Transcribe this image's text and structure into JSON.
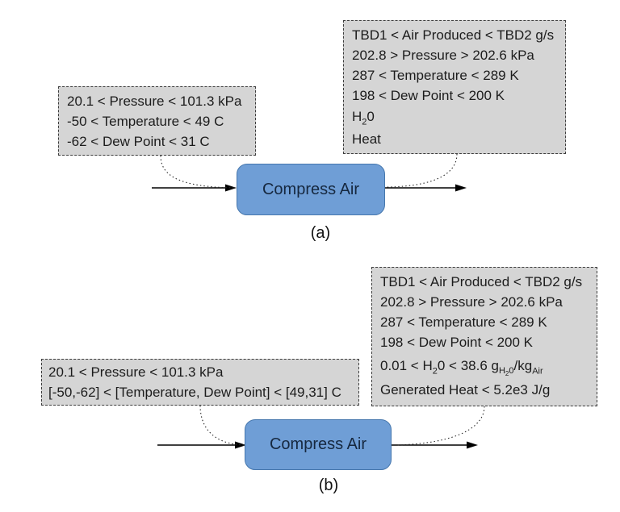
{
  "colors": {
    "box_fill": "#d5d5d5",
    "box_border": "#3c3c3c",
    "block_fill": "#6f9ed6",
    "block_border": "#4677ad",
    "block_text": "#16283f",
    "arrow": "#000000",
    "leader": "#2a2a2a"
  },
  "panel_a": {
    "caption": "(a)",
    "process_label": "Compress Air",
    "input_constraints": [
      "20.1 < Pressure < 101.3 kPa",
      "-50 < Temperature < 49 C",
      "-62 < Dew Point < 31 C"
    ],
    "output_constraints": [
      "TBD1 < Air Produced < TBD2 g/s",
      "202.8 > Pressure > 202.6 kPa",
      "287 < Temperature < 289 K",
      "198 < Dew Point < 200 K"
    ],
    "h2o": {
      "base": "H",
      "sub": "2",
      "tail": "0"
    },
    "heat_label": "Heat"
  },
  "panel_b": {
    "caption": "(b)",
    "process_label": "Compress Air",
    "input_constraints": [
      "20.1 < Pressure < 101.3 kPa",
      "[-50,-62] < [Temperature, Dew Point] < [49,31] C"
    ],
    "output_constraints": [
      "TBD1 < Air Produced < TBD2 g/s",
      "202.8 > Pressure > 202.6 kPa",
      "287 < Temperature < 289 K",
      "198 < Dew Point < 200 K"
    ],
    "h2o_line": {
      "p1": "0.01 < H",
      "s1": "2",
      "p2": "0 < 38.6 g",
      "s2_base": "H",
      "s2_sub": "2",
      "s2_tail": "0",
      "p3": "/kg",
      "s3": "Air"
    },
    "heat_line": "Generated Heat < 5.2e3 J/g"
  }
}
